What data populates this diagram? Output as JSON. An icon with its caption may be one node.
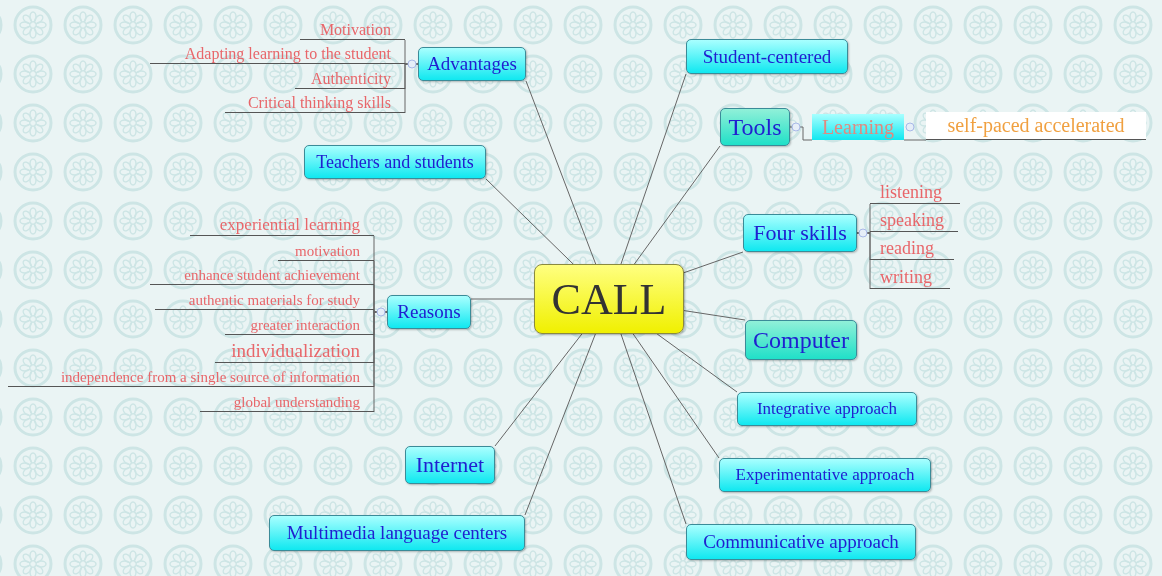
{
  "diagram": {
    "nodes": [
      {
        "text": [
          "CALL"
        ]
      },
      {
        "text": [
          "Advantages"
        ]
      },
      {
        "text": [
          "Motivation"
        ]
      },
      {
        "text": [
          "Adapting learning to the student"
        ]
      },
      {
        "text": [
          "Authenticity"
        ]
      },
      {
        "text": [
          "Critical thinking skills"
        ]
      },
      {
        "text": [
          "Student-centered"
        ]
      },
      {
        "text": [
          "Tools"
        ]
      },
      {
        "text": [
          "Learning"
        ]
      },
      {
        "text": [
          "self-paced accelerated"
        ]
      },
      {
        "text": [
          "Teachers and students"
        ]
      },
      {
        "text": [
          "Four skills"
        ]
      },
      {
        "text": [
          "listening"
        ]
      },
      {
        "text": [
          "speaking"
        ]
      },
      {
        "text": [
          "reading"
        ]
      },
      {
        "text": [
          "writing"
        ]
      },
      {
        "text": [
          "Reasons"
        ]
      },
      {
        "text": [
          "experiential learning"
        ]
      },
      {
        "text": [
          "motivation"
        ]
      },
      {
        "text": [
          "enhance student achievement"
        ]
      },
      {
        "text": [
          "authentic materials for study"
        ]
      },
      {
        "text": [
          "greater interaction"
        ]
      },
      {
        "text": [
          "individualization"
        ]
      },
      {
        "text": [
          "independence from a single source of information"
        ]
      },
      {
        "text": [
          "global understanding"
        ]
      },
      {
        "text": [
          "Computer"
        ]
      },
      {
        "text": [
          "Integrative approach"
        ]
      },
      {
        "text": [
          "Internet"
        ]
      },
      {
        "text": [
          "Experimentative approach"
        ]
      },
      {
        "text": [
          "Multimedia language centers"
        ]
      },
      {
        "text": [
          "Communicative approach"
        ]
      }
    ],
    "edges": [
      {
        "from": 0,
        "to": 1,
        "arrow": "none"
      },
      {
        "from": 1,
        "to": 2,
        "arrow": "none"
      },
      {
        "from": 1,
        "to": 3,
        "arrow": "none"
      },
      {
        "from": 1,
        "to": 4,
        "arrow": "none"
      },
      {
        "from": 1,
        "to": 5,
        "arrow": "none"
      },
      {
        "from": 0,
        "to": 6,
        "arrow": "none"
      },
      {
        "from": 0,
        "to": 7,
        "arrow": "none"
      },
      {
        "from": 7,
        "to": 8,
        "arrow": "none"
      },
      {
        "from": 8,
        "to": 9,
        "arrow": "none"
      },
      {
        "from": 0,
        "to": 10,
        "arrow": "none"
      },
      {
        "from": 0,
        "to": 11,
        "arrow": "none"
      },
      {
        "from": 11,
        "to": 12,
        "arrow": "none"
      },
      {
        "from": 11,
        "to": 13,
        "arrow": "none"
      },
      {
        "from": 11,
        "to": 14,
        "arrow": "none"
      },
      {
        "from": 11,
        "to": 15,
        "arrow": "none"
      },
      {
        "from": 0,
        "to": 16,
        "arrow": "none"
      },
      {
        "from": 16,
        "to": 17,
        "arrow": "none"
      },
      {
        "from": 16,
        "to": 18,
        "arrow": "none"
      },
      {
        "from": 16,
        "to": 19,
        "arrow": "none"
      },
      {
        "from": 16,
        "to": 20,
        "arrow": "none"
      },
      {
        "from": 16,
        "to": 21,
        "arrow": "none"
      },
      {
        "from": 16,
        "to": 22,
        "arrow": "none"
      },
      {
        "from": 16,
        "to": 23,
        "arrow": "none"
      },
      {
        "from": 16,
        "to": 24,
        "arrow": "none"
      },
      {
        "from": 0,
        "to": 25,
        "arrow": "none"
      },
      {
        "from": 0,
        "to": 26,
        "arrow": "none"
      },
      {
        "from": 0,
        "to": 27,
        "arrow": "none"
      },
      {
        "from": 0,
        "to": 28,
        "arrow": "none"
      },
      {
        "from": 0,
        "to": 29,
        "arrow": "none"
      },
      {
        "from": 0,
        "to": 30,
        "arrow": "none"
      }
    ]
  }
}
